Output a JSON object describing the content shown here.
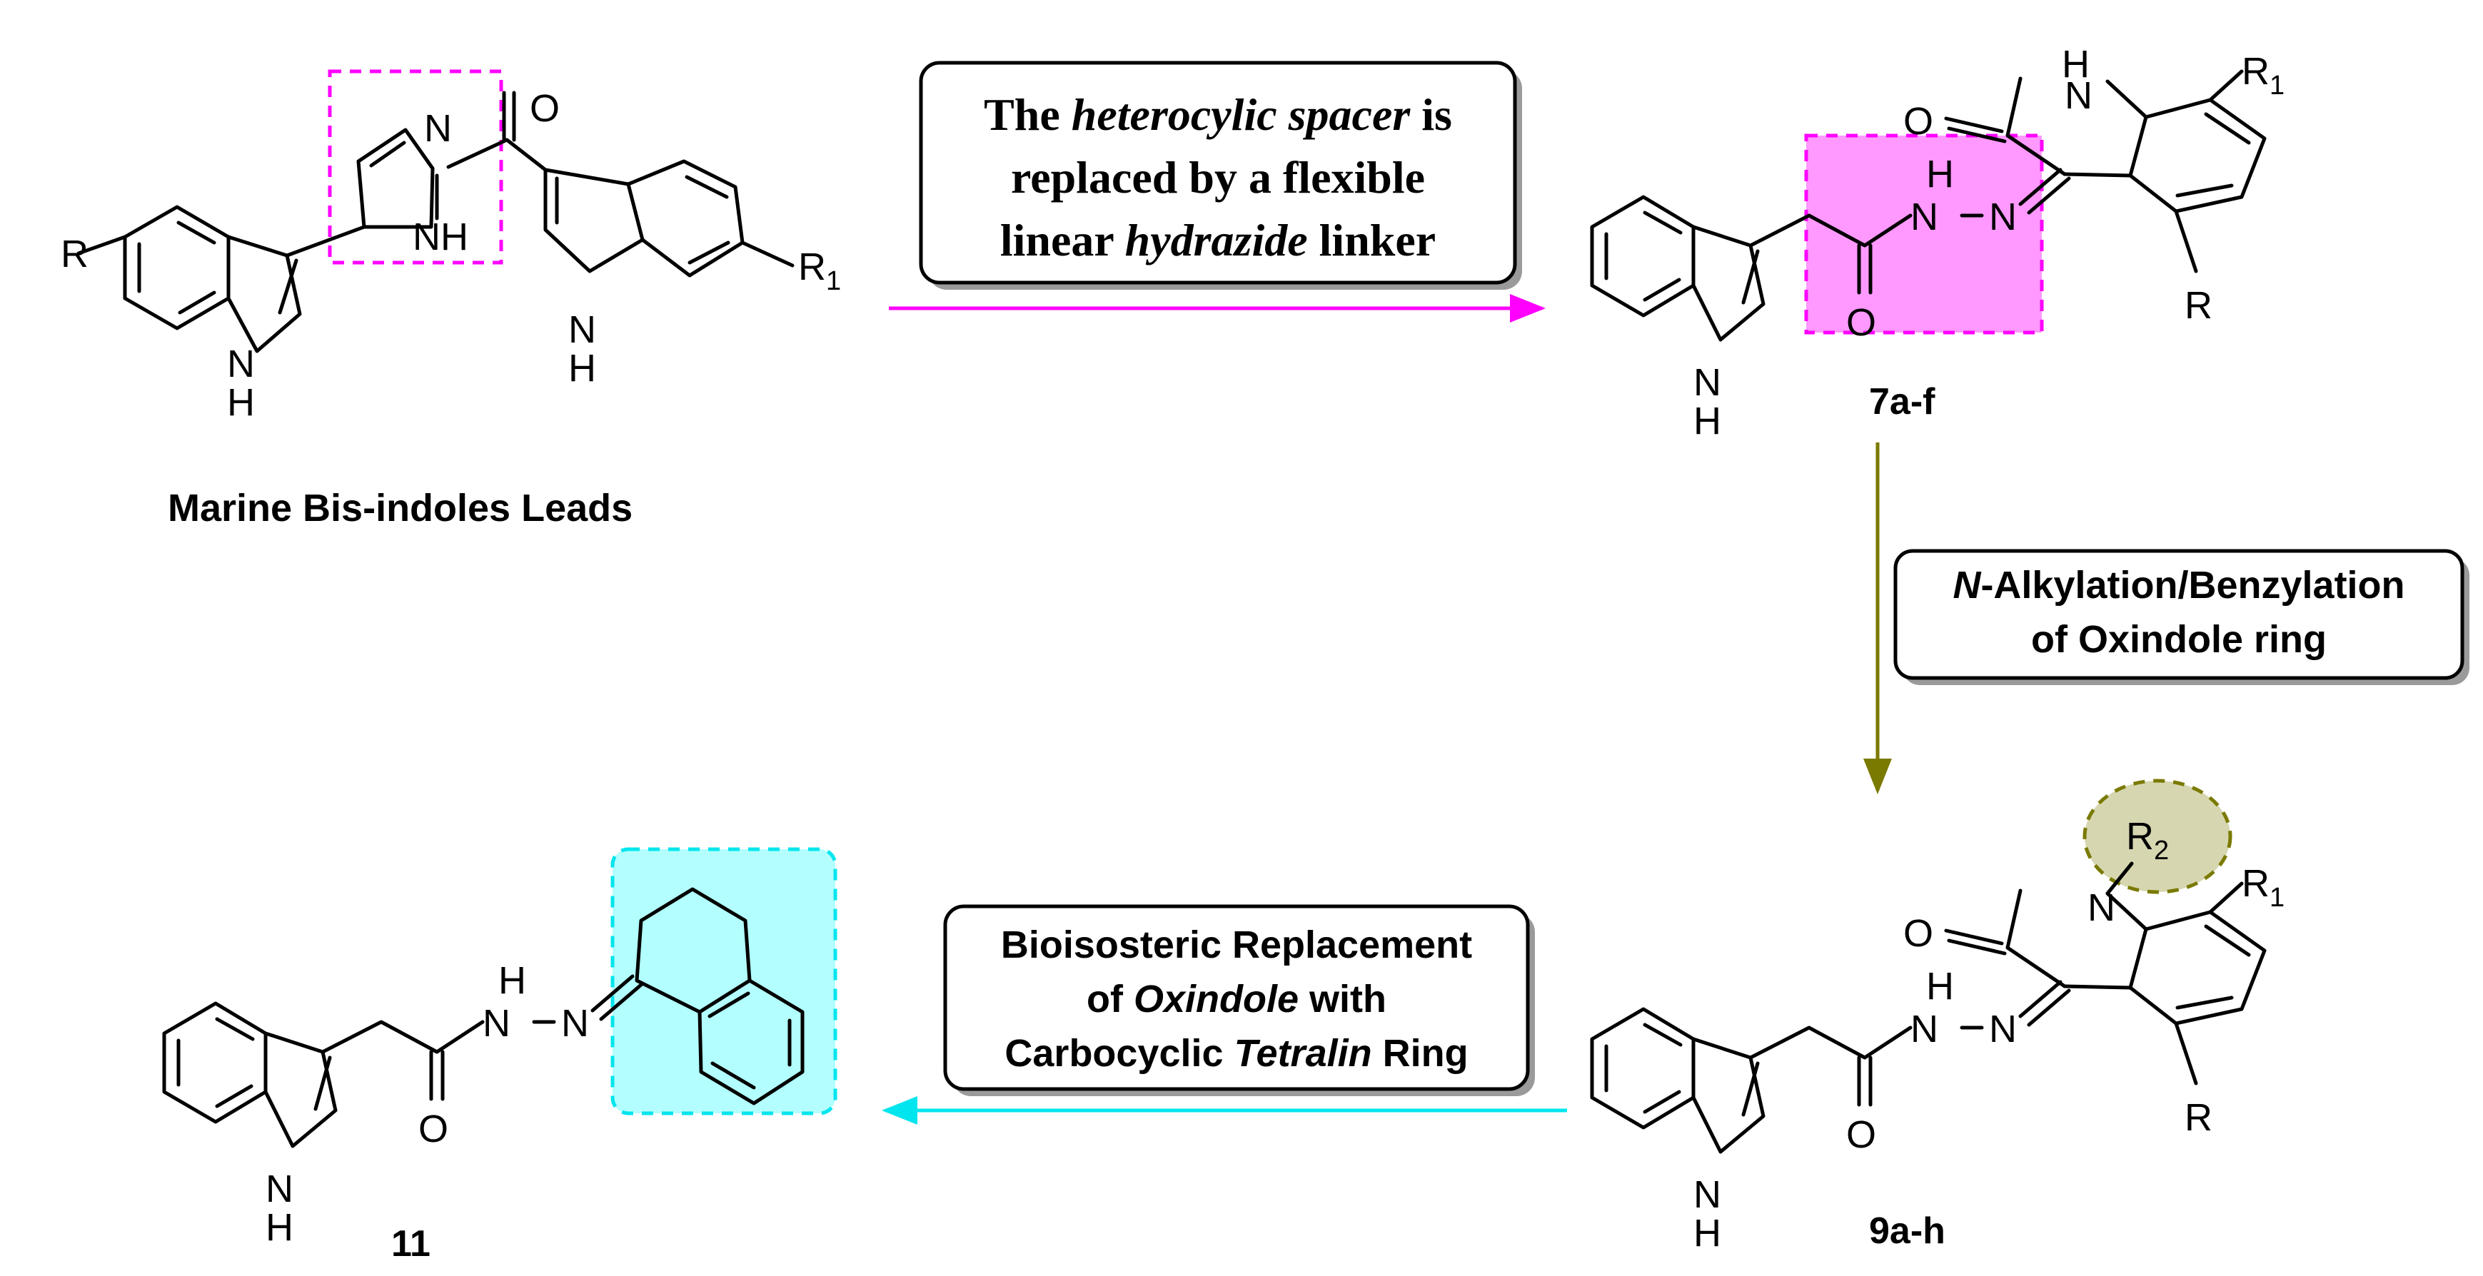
{
  "lead_label": "Marine Bis-indoles Leads",
  "compound_7": "7a-f",
  "compound_9": "9a-h",
  "compound_11": "11",
  "step1": {
    "line1_a": "The ",
    "line1_b": "heterocylic spacer",
    "line1_c": " is",
    "line2": "replaced by a flexible",
    "line3_a": "linear ",
    "line3_b": "hydrazide",
    "line3_c": " linker"
  },
  "step2": {
    "line1_a": "N",
    "line1_b": "-Alkylation/Benzylation",
    "line2": "of Oxindole ring"
  },
  "step3": {
    "line1": "Bioisosteric Replacement",
    "line2_a": "of ",
    "line2_b": "Oxindole",
    "line2_c": " with",
    "line3_a": "Carbocyclic ",
    "line3_b": "Tetralin",
    "line3_c": " Ring"
  },
  "atoms": {
    "R": "R",
    "R1": "R",
    "one": "1",
    "R2": "R",
    "two": "2",
    "N": "N",
    "NH": "NH",
    "H": "H",
    "O": "O"
  },
  "colors": {
    "magenta": "#ff00ff",
    "olive": "#7a7a00",
    "cyan": "#00e5ee",
    "magenta_fill": "#ff99ff",
    "cyan_fill": "#b3ffff",
    "olive_fill": "#d6d6b0"
  }
}
